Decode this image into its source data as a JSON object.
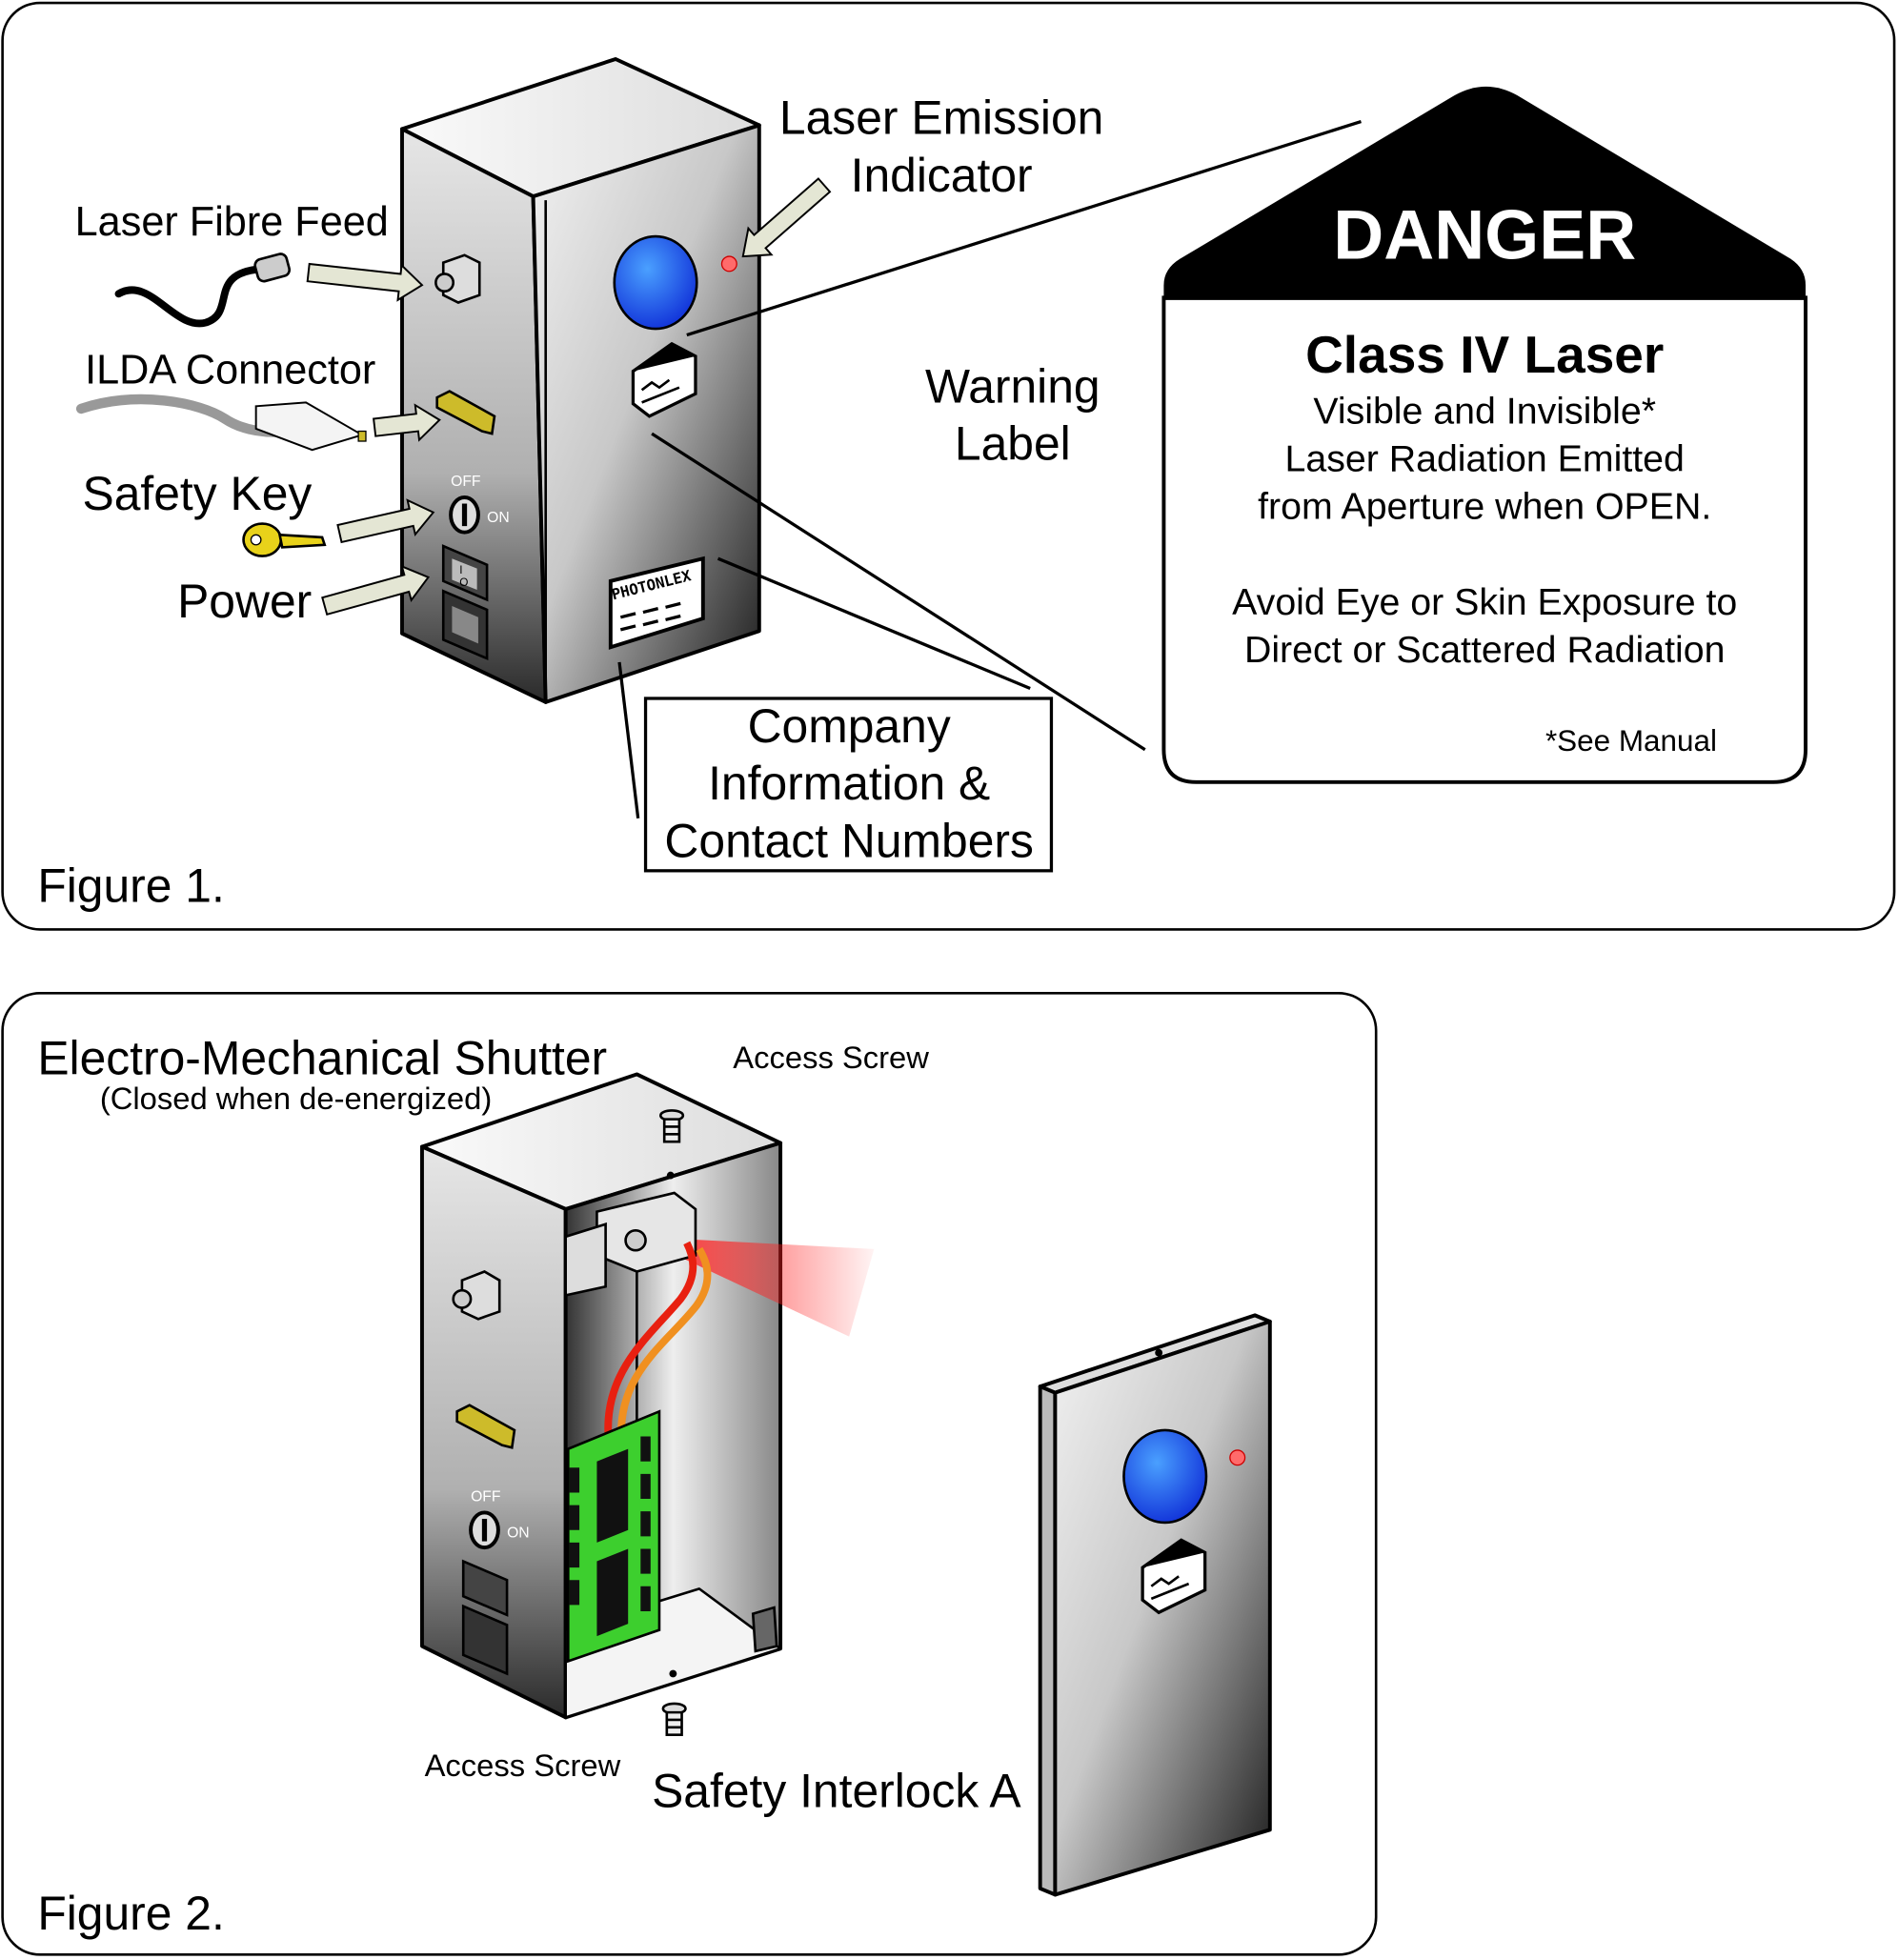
{
  "figure1": {
    "caption": "Figure 1.",
    "labels": {
      "laser_fibre_feed": "Laser Fibre Feed",
      "ilda_connector": "ILDA Connector",
      "safety_key": "Safety Key",
      "power": "Power",
      "laser_emission_line1": "Laser Emission",
      "laser_emission_line2": "Indicator",
      "warning_line1": "Warning",
      "warning_line2": "Label",
      "company_line1": "Company",
      "company_line2": "Information &",
      "company_line3": "Contact Numbers",
      "switch_off": "OFF",
      "switch_on": "ON",
      "power_switch_on": "I",
      "power_switch_off": "O",
      "plate_brand": "PHOTONLEX"
    },
    "danger_sign": {
      "header": "DANGER",
      "title": "Class IV Laser",
      "lines": [
        "Visible and Invisible*",
        "Laser Radiation Emitted",
        "from Aperture when OPEN."
      ],
      "warning_lines": [
        "Avoid Eye or Skin Exposure to",
        "Direct or Scattered Radiation"
      ],
      "footnote": "*See Manual"
    }
  },
  "figure2": {
    "caption": "Figure 2.",
    "labels": {
      "shutter_title": "Electro-Mechanical Shutter",
      "shutter_subtitle": "(Closed when de-energized)",
      "access_screw_top": "Access Screw",
      "access_screw_bottom": "Access Screw",
      "safety_interlock": "Safety Interlock A",
      "switch_off": "OFF",
      "switch_on": "ON"
    }
  },
  "colors": {
    "indicator_blue": "#1a55e8",
    "emission_red": "#ff3b3b",
    "pcb_green": "#3dcf2e",
    "arrow_fill": "#e4e6d4",
    "key_yellow": "#e8d21a"
  }
}
